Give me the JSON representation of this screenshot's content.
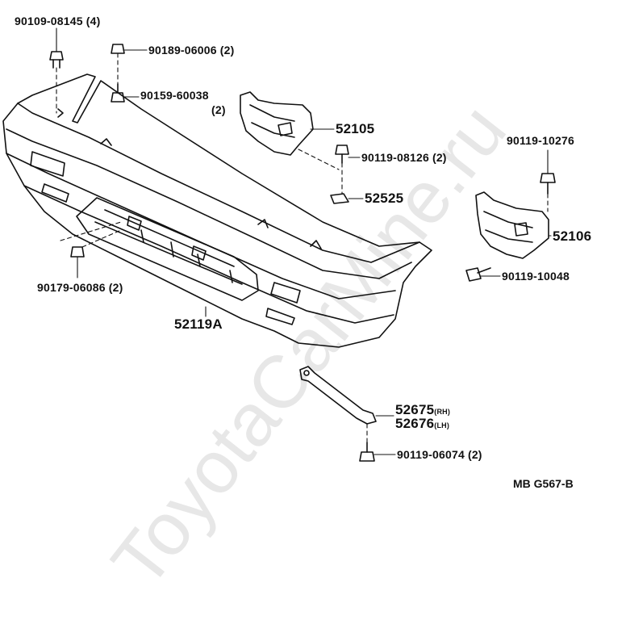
{
  "watermark": "ToyotaCarMine.ru",
  "reference_code": "MB G567-B",
  "parts": [
    {
      "id": "p1",
      "number": "90109-08145",
      "qty": "(4)"
    },
    {
      "id": "p2",
      "number": "90189-06006",
      "qty": "(2)"
    },
    {
      "id": "p3",
      "number": "90159-60038",
      "qty": "(2)"
    },
    {
      "id": "p4",
      "number": "52105",
      "qty": ""
    },
    {
      "id": "p5",
      "number": "90119-08126",
      "qty": "(2)"
    },
    {
      "id": "p6",
      "number": "52525",
      "qty": ""
    },
    {
      "id": "p7",
      "number": "90119-10276",
      "qty": ""
    },
    {
      "id": "p8",
      "number": "52106",
      "qty": ""
    },
    {
      "id": "p9",
      "number": "90119-10048",
      "qty": ""
    },
    {
      "id": "p10",
      "number": "90179-06086",
      "qty": "(2)"
    },
    {
      "id": "p11",
      "number": "52119A",
      "qty": ""
    },
    {
      "id": "p12a",
      "number": "52675",
      "side": "(RH)"
    },
    {
      "id": "p12b",
      "number": "52676",
      "side": "(LH)"
    },
    {
      "id": "p13",
      "number": "90119-06074",
      "qty": "(2)"
    }
  ]
}
